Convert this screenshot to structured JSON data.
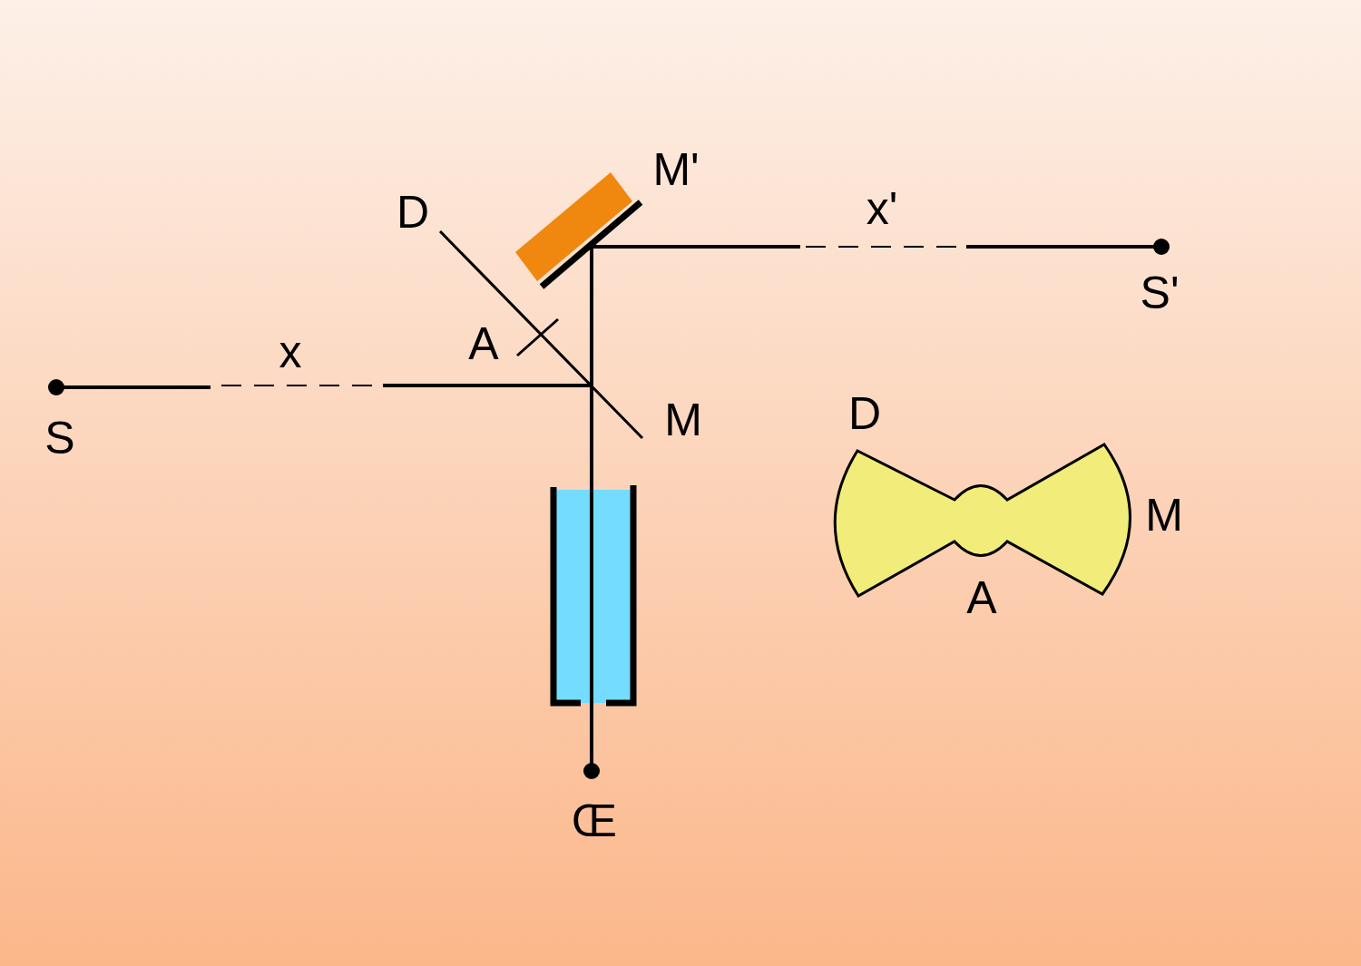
{
  "diagram": {
    "labels": [
      "M'",
      "D",
      "x'",
      "S'",
      "A",
      "x",
      "S",
      "M",
      "Œ",
      "D",
      "M",
      "A"
    ]
  }
}
